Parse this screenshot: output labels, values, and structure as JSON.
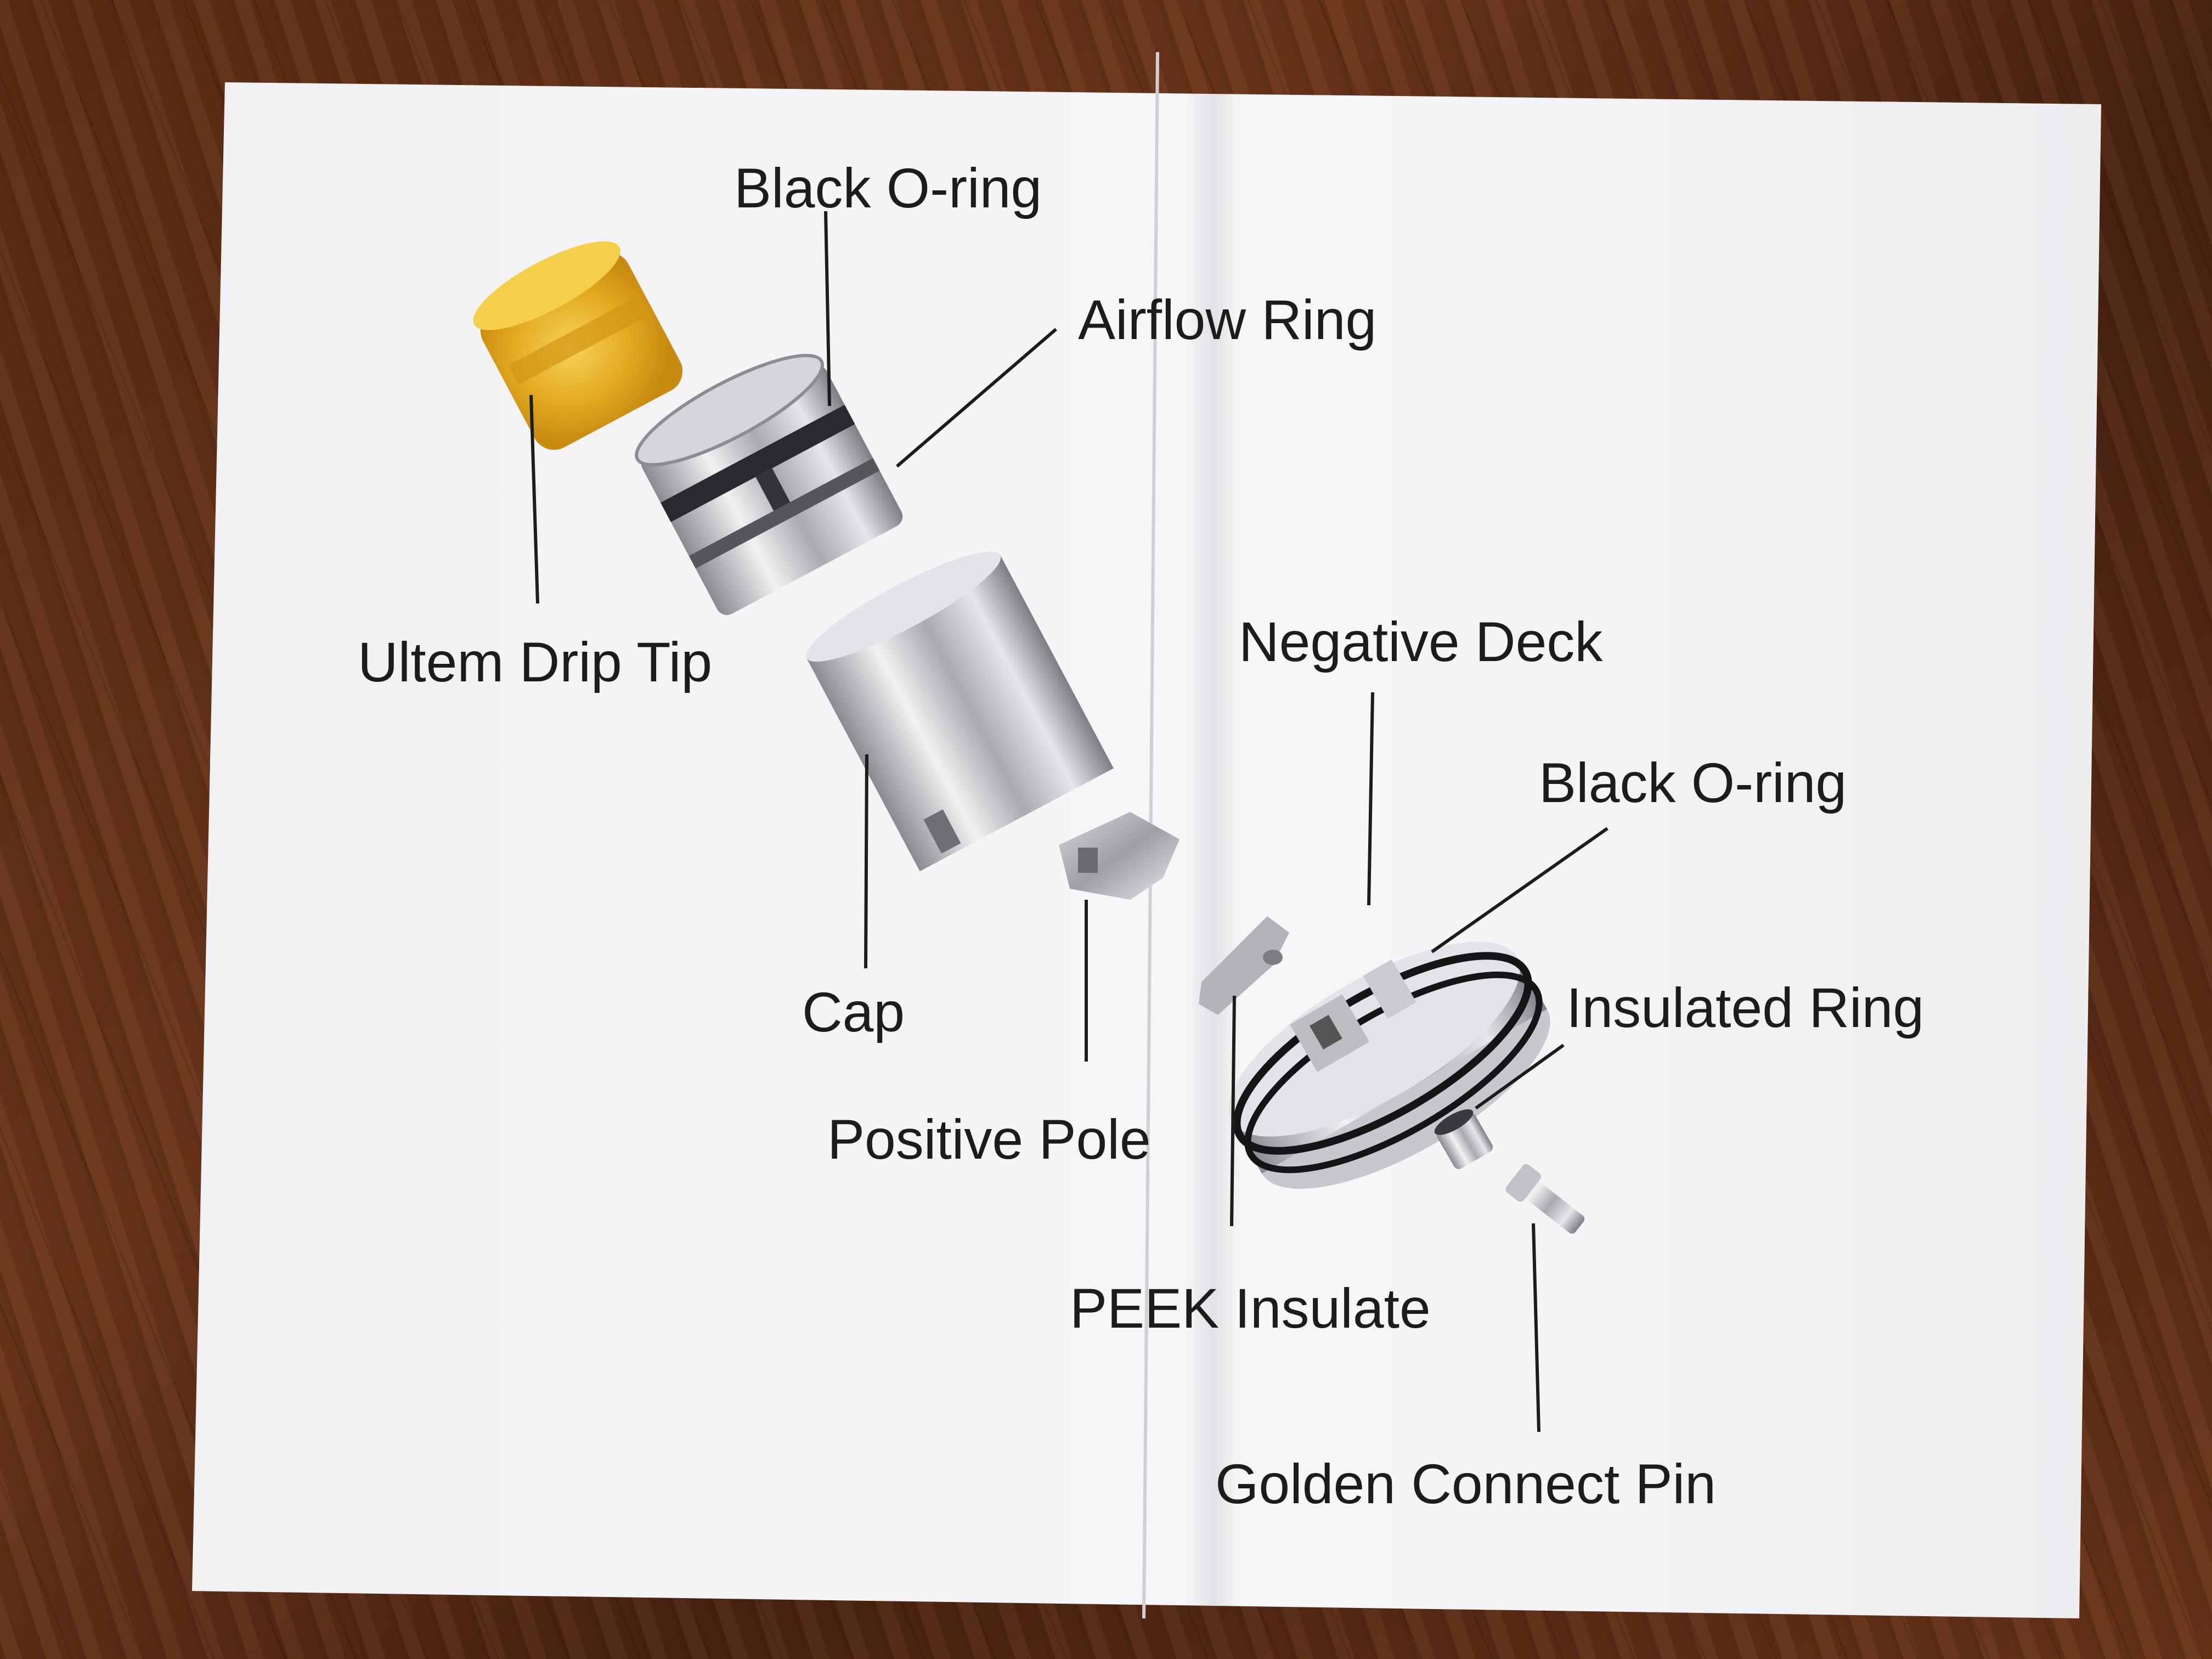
{
  "labels": {
    "black_oring_top": "Black O-ring",
    "airflow_ring": "Airflow Ring",
    "ultem_drip_tip": "Ultem Drip Tip",
    "negative_deck": "Negative Deck",
    "black_oring_bottom": "Black O-ring",
    "cap": "Cap",
    "insulated_ring": "Insulated Ring",
    "positive_pole": "Positive Pole",
    "peek_insulate": "PEEK Insulate",
    "golden_connect_pin": "Golden Connect Pin"
  },
  "colors": {
    "paper": "#f4f4f6",
    "ink": "#1c1c1c",
    "drip_tip": "#e6b02a",
    "metal": "#b9b9bd"
  }
}
